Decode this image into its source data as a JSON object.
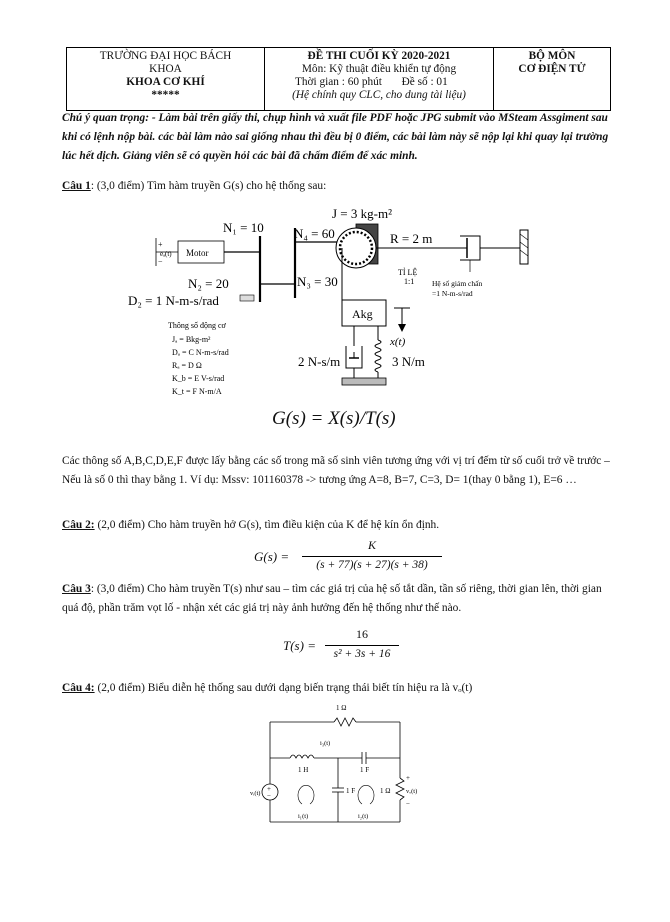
{
  "header": {
    "left": [
      "TRƯỜNG ĐẠI HỌC BÁCH",
      "KHOA",
      "KHOA CƠ KHÍ",
      "*****"
    ],
    "mid_title": "ĐỀ THI CUỐI KỲ 2020-2021",
    "mid_subject": "Môn: Kỹ thuật điều khiển tự động",
    "mid_time": "Thời gian : 60 phút",
    "mid_code": "Đề số : 01",
    "mid_note": "(Hệ chính quy CLC, cho dung tài liệu)",
    "right": [
      "BỘ MÔN",
      "CƠ ĐIỆN TỬ"
    ]
  },
  "notice": "Chú ý quan trọng: - Làm bài trên giấy thi, chụp hình và xuất file PDF hoặc JPG submit vào MSteam Assgiment sau khi có lệnh nộp bài. các bài làm nào sai giống nhau thì đều bị 0 điểm, các bài làm này sẽ nộp lại khi quay lại trường lúc hết dịch. Giảng viên sẽ có quyền hỏi các bài đã chấm điểm để xác minh.",
  "q1": {
    "label": "Câu 1",
    "text": ": (3,0 điểm) Tìm hàm truyền G(s) cho hệ thống sau:",
    "fig": {
      "J": "J = 3 kg-m²",
      "N1": "N₁ = 10",
      "N4": "N₄ = 60",
      "R": "R = 2 m",
      "N2": "N₂ = 20",
      "N3": "N₃ = 30",
      "D2": "D₂ = 1 N-m-s/rad",
      "motor": "Motor",
      "ea": "eₐ(t)",
      "ratio1": "TỈ LỆ",
      "ratio2": "1:1",
      "mass": "Akg",
      "xt": "x(t)",
      "damper": "2 N-s/m",
      "spring": "3 N/m",
      "damp_coef1": "Hệ số giảm chấn",
      "damp_coef2": "=1 N-m-s/rad",
      "motor_params_title": "Thông số động cơ",
      "motor_params": [
        "Jₐ = Bkg-m²",
        "Dₐ = C N-m-s/rad",
        "Rₐ = D Ω",
        "K_b = E V-s/rad",
        "K_t = F N-m/A"
      ]
    },
    "formula": "G(s) = X(s)/T(s)",
    "explain": "Các thông số A,B,C,D,E,F được lấy bằng các số trong mã số sinh viên tương ứng với vị trí đếm từ số cuối trở về trước – Nếu là số 0 thì thay bằng 1. Ví dụ: Mssv: 101160378 -> tương ứng A=8, B=7, C=3, D= 1(thay 0 bằng 1), E=6 …"
  },
  "q2": {
    "label": "Câu 2:",
    "text": " (2,0 điểm)  Cho hàm truyền hở G(s), tìm điều kiện của K để hệ kín ổn định.",
    "lhs": "G(s) =",
    "num": "K",
    "den": "(s + 77)(s + 27)(s + 38)"
  },
  "q3": {
    "label": "Câu 3",
    "text": ": (3,0 điểm)  Cho hàm truyền T(s) như sau – tìm các giá trị của hệ số tắt dần, tần số riêng, thời gian lên, thời gian quá độ, phần trăm vọt lố - nhận xét các giá trị này ảnh hưởng đến hệ thống như thế nào.",
    "lhs": "T(s) =",
    "num": "16",
    "den": "s² + 3s + 16"
  },
  "q4": {
    "label": "Câu 4:",
    "text": " (2,0 điểm) Biểu diễn hệ thống sau dưới dạng biến trạng thái biết tín hiệu ra là vₒ(t)",
    "circuit": {
      "r_top": "1 Ω",
      "i3": "i₃(t)",
      "L": "1 H",
      "C_top": "1 F",
      "vi": "vᵢ(t)",
      "C_mid": "1 F",
      "R_right": "1 Ω",
      "vo": "vₒ(t)",
      "i1": "i₁(t)",
      "i2": "i₂(t)",
      "plus": "+",
      "minus": "−"
    }
  }
}
